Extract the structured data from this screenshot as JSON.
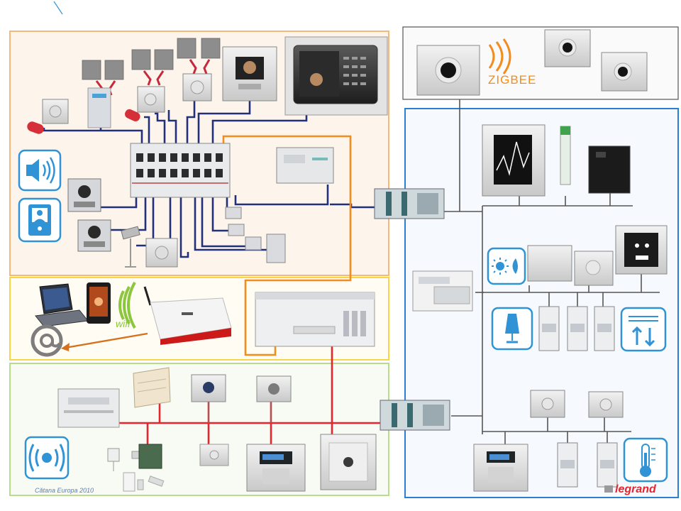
{
  "labels": {
    "zigbee": "ZIGBEE",
    "wifi": "wifi",
    "caption": "Cătana Europa  2010",
    "brand": "legrand"
  },
  "colors": {
    "orange_zone": "#f6b77a",
    "yellow_zone": "#f6d548",
    "green_zone": "#b9dc8a",
    "blue_zone": "#2a7fd0",
    "bus_orange": "#f28c1c",
    "wire_navy": "#22307a",
    "wire_red": "#e8242c",
    "wire_grey": "#555555",
    "icon_blue": "#2f93d5"
  },
  "icons": [
    "speaker-icon",
    "intercom-person-icon",
    "wireless-signal-icon",
    "sun-moon-icon",
    "lamp-icon",
    "shutter-up-down-icon",
    "thermometer-icon",
    "laptop-icon",
    "smartphone-icon",
    "at-sign-icon",
    "zigbee-waves-icon"
  ]
}
